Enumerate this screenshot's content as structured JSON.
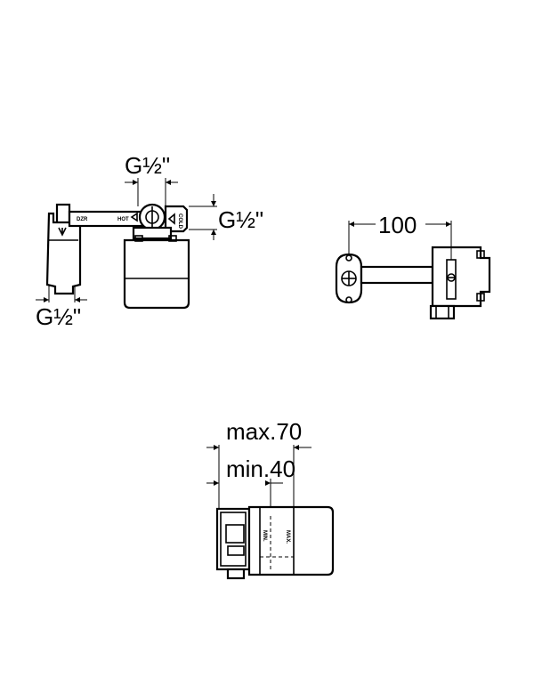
{
  "view_front": {
    "thread_top": "G½\"",
    "thread_right": "G½\"",
    "thread_left": "G½\"",
    "mark_left": "DZR",
    "mark_hot": "HOT",
    "mark_cold": "COLD"
  },
  "view_top": {
    "width": "100"
  },
  "view_side": {
    "max_depth": "max.70",
    "min_depth": "min.40",
    "mark_min": "MIN.",
    "mark_max": "MAX."
  }
}
